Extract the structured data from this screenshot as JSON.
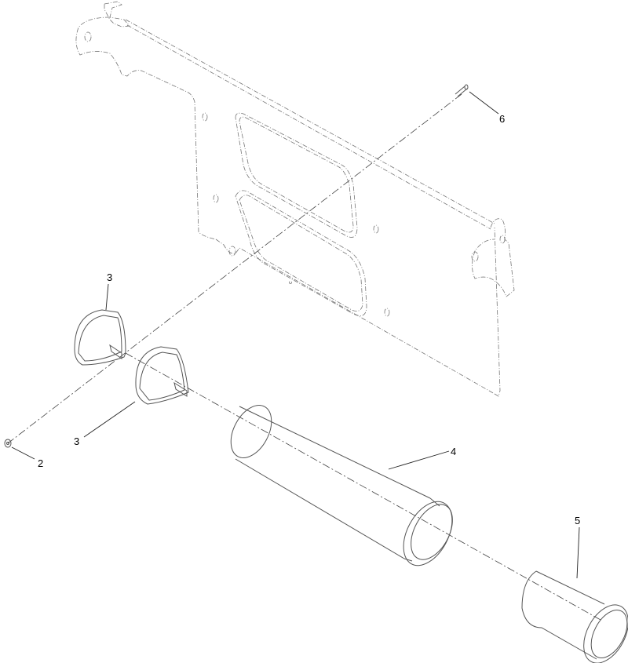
{
  "callouts": [
    {
      "id": "callout-6",
      "text": "6"
    },
    {
      "id": "callout-3a",
      "text": "3"
    },
    {
      "id": "callout-3b",
      "text": "3"
    },
    {
      "id": "callout-2",
      "text": "2"
    },
    {
      "id": "callout-4",
      "text": "4"
    },
    {
      "id": "callout-5",
      "text": "5"
    }
  ]
}
